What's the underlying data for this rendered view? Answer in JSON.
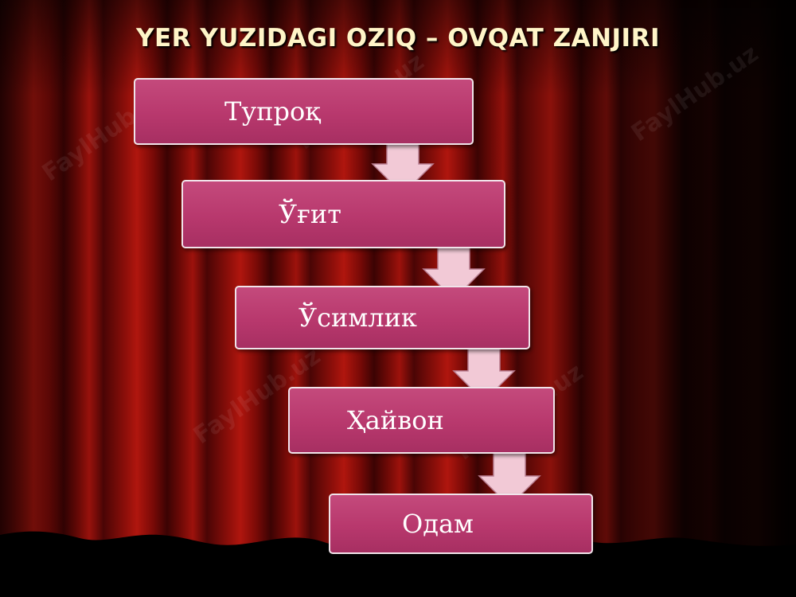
{
  "title": "YER YUZIDAGI OZIQ – OVQAT ZANJIRI",
  "steps": [
    {
      "label": "Тупроқ"
    },
    {
      "label": "Ўғит"
    },
    {
      "label": "Ўсимлик"
    },
    {
      "label": "Ҳайвон"
    },
    {
      "label": "Одам"
    }
  ],
  "watermark": "FaylHub.uz",
  "colors": {
    "box_fill": "#b8386d",
    "box_border": "#f1e4ea",
    "arrow_fill": "#f2c9d6",
    "title_text": "#fff5c8",
    "curtain": "#8e0f0a"
  }
}
